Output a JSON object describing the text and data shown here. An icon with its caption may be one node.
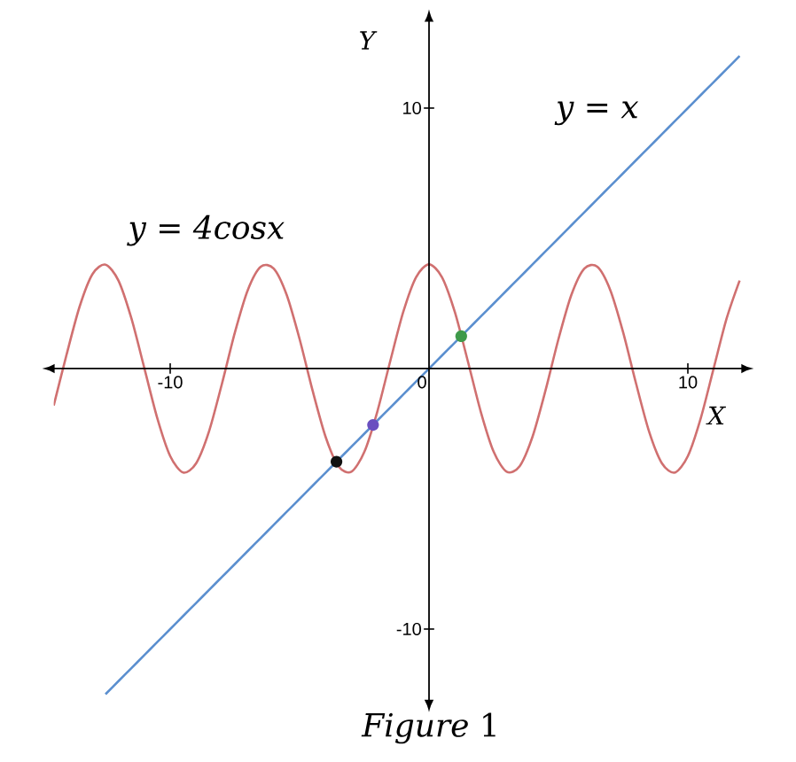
{
  "diagram": {
    "caption": "*Figure* 1",
    "chart_data": {
      "type": "line",
      "xlabel": "X",
      "ylabel": "Y",
      "x": [
        -14.5,
        -14,
        -13.5,
        -13,
        -12.5,
        -12,
        -11.5,
        -11,
        -10.5,
        -10,
        -9.5,
        -9,
        -8.5,
        -8,
        -7.5,
        -7,
        -6.5,
        -6,
        -5.5,
        -5,
        -4.5,
        -4,
        -3.5,
        -3,
        -2.5,
        -2,
        -1.5,
        -1,
        -0.5,
        0,
        0.5,
        1,
        1.5,
        2,
        2.5,
        3,
        3.5,
        4,
        4.5,
        5,
        5.5,
        6,
        6.5,
        7,
        7.5,
        8,
        8.5,
        9,
        9.5,
        10,
        10.5,
        11,
        11.5,
        12
      ],
      "series": [
        {
          "name": "y = 4cosx",
          "color": "#d07070",
          "values": [
            -1.42,
            0.55,
            2.38,
            3.63,
            3.99,
            3.38,
            1.93,
            0.02,
            -1.9,
            -3.36,
            -3.99,
            -3.64,
            -2.41,
            -0.58,
            1.39,
            3.02,
            3.91,
            3.84,
            2.83,
            1.13,
            -0.84,
            -2.61,
            -3.75,
            -3.96,
            -3.2,
            -1.66,
            0.28,
            2.16,
            3.51,
            4.0,
            3.51,
            2.16,
            0.28,
            -1.66,
            -3.2,
            -3.96,
            -3.75,
            -2.61,
            -0.84,
            1.13,
            2.83,
            3.84,
            3.91,
            3.02,
            1.39,
            -0.58,
            -2.41,
            -3.64,
            -3.99,
            -3.36,
            -1.9,
            0.02,
            1.93,
            3.38
          ]
        },
        {
          "name": "y = x",
          "color": "#5b8fcf",
          "values": [
            null,
            null,
            null,
            null,
            -12.5,
            -12,
            -11.5,
            -11,
            -10.5,
            -10,
            -9.5,
            -9,
            -8.5,
            -8,
            -7.5,
            -7,
            -6.5,
            -6,
            -5.5,
            -5,
            -4.5,
            -4,
            -3.5,
            -3,
            -2.5,
            -2,
            -1.5,
            -1,
            -0.5,
            0,
            0.5,
            1,
            1.5,
            2,
            2.5,
            3,
            3.5,
            4,
            4.5,
            5,
            5.5,
            6,
            6.5,
            7,
            7.5,
            8,
            8.5,
            9,
            9.5,
            10,
            10.5,
            11,
            11.5,
            12
          ]
        }
      ],
      "xlim": [
        -14.5,
        12.1
      ],
      "ylim": [
        -12.75,
        13.35
      ],
      "xticks": [
        {
          "value": -10,
          "label": "-10"
        },
        {
          "value": 0,
          "label": "0"
        },
        {
          "value": 10,
          "label": "10"
        }
      ],
      "yticks": [
        {
          "value": -10,
          "label": "-10"
        },
        {
          "value": 10,
          "label": "10"
        }
      ]
    }
  }
}
